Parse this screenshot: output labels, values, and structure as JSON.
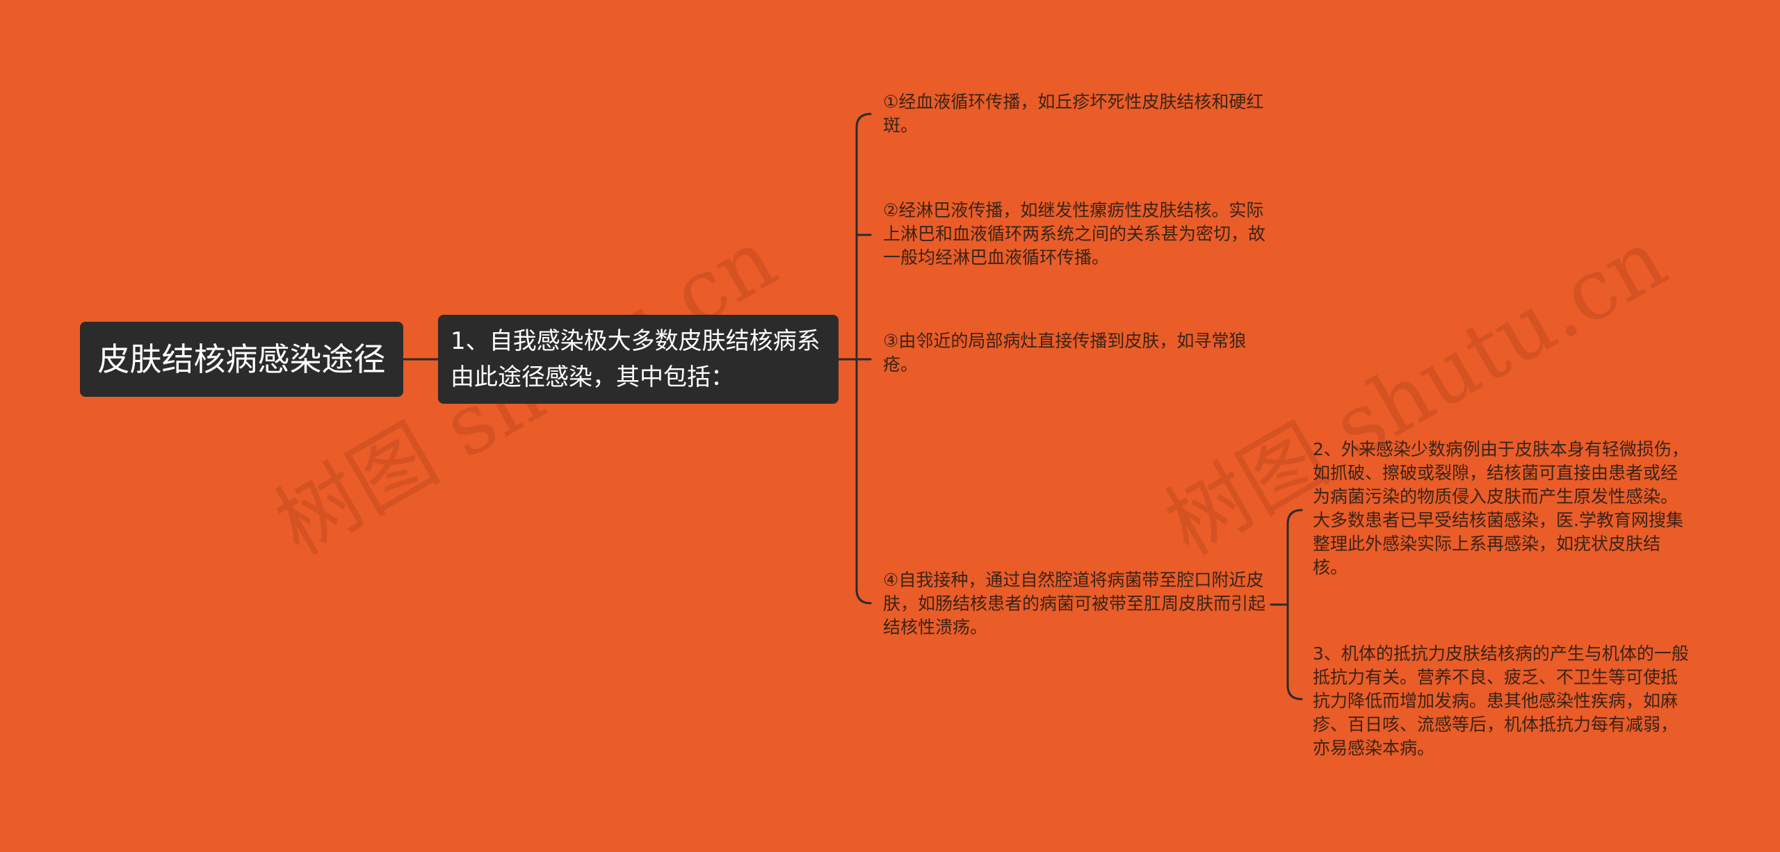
{
  "watermark": "树图 shutu.cn",
  "root": {
    "label": "皮肤结核病感染途径"
  },
  "branch1": {
    "label": "1、自我感染极大多数皮肤结核病系由此途径感染，其中包括：",
    "children": [
      "①经血液循环传播，如丘疹坏死性皮肤结核和硬红斑。",
      "②经淋巴液传播，如继发性瘰疬性皮肤结核。实际上淋巴和血液循环两系统之间的关系甚为密切，故一般均经淋巴血液循环传播。",
      "③由邻近的局部病灶直接传播到皮肤，如寻常狼疮。",
      "④自我接种，通过自然腔道将病菌带至腔口附近皮肤，如肠结核患者的病菌可被带至肛周皮肤而引起结核性溃疡。"
    ]
  },
  "branch_other": [
    "2、外来感染少数病例由于皮肤本身有轻微损伤，如抓破、擦破或裂隙，结核菌可直接由患者或经为病菌污染的物质侵入皮肤而产生原发性感染。大多数患者已早受结核菌感染，医.学教育网搜集整理此外感染实际上系再感染，如疣状皮肤结核。",
    "3、机体的抵抗力皮肤结核病的产生与机体的一般抵抗力有关。营养不良、疲乏、不卫生等可使抵抗力降低而增加发病。患其他感染性疾病，如麻疹、百日咳、流感等后，机体抵抗力每有减弱，亦易感染本病。"
  ],
  "colors": {
    "background": "#ea5c28",
    "node": "#2b2b2b",
    "line": "#2b2b2b",
    "leaf_text": "#3a2418"
  }
}
